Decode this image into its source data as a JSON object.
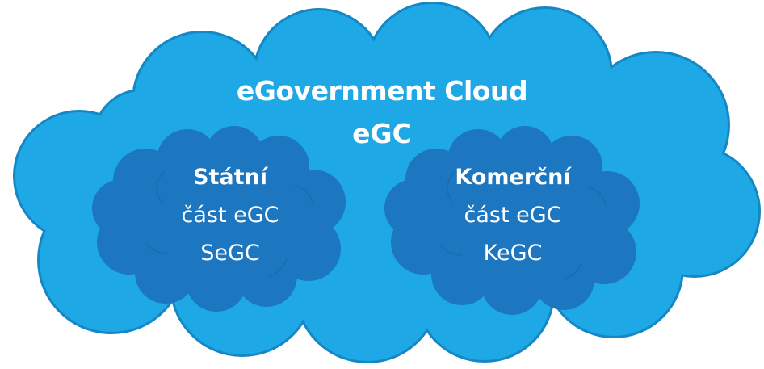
{
  "main_cloud": {
    "title": "eGovernment Cloud",
    "subtitle": "eGC"
  },
  "left_cloud": {
    "heading": "Státní",
    "line1": "část eGC",
    "line2": "SeGC"
  },
  "right_cloud": {
    "heading": "Komerční",
    "line1": "část eGC",
    "line2": "KeGC"
  },
  "colors": {
    "outer_cloud_fill": "#1fa8e6",
    "outer_cloud_outline": "#1487c4",
    "inner_cloud_fill": "#1c76c0",
    "inner_cloud_outline": "#1c76c0",
    "text": "#ffffff"
  }
}
